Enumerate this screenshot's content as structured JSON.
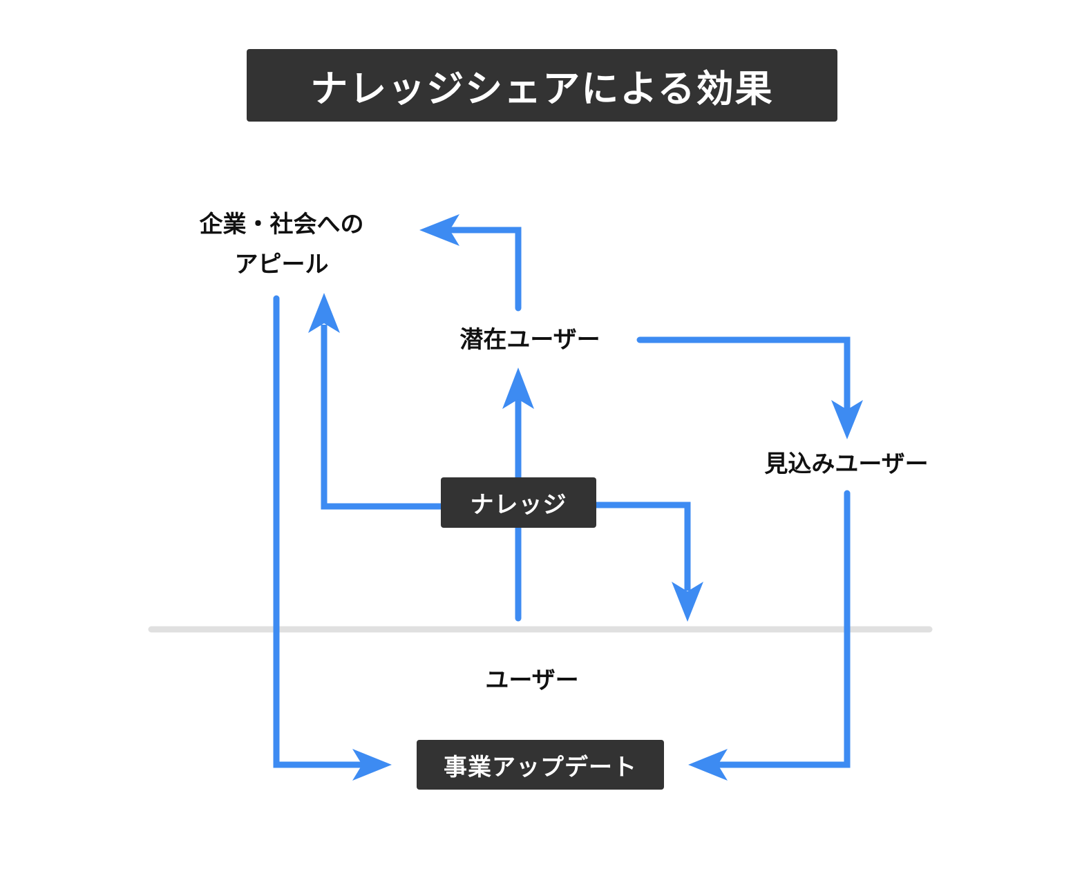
{
  "title": "ナレッジシェアによる効果",
  "colors": {
    "arrow": "#3d8bf2",
    "box_background": "#333333",
    "divider": "#e0e0e0",
    "box_text": "#ffffff",
    "label_text": "#111111"
  },
  "nodes": {
    "knowledge": "ナレッジ",
    "potential_users": "潜在ユーザー",
    "prospective_users": "見込みユーザー",
    "appeal_line1": "企業・社会への",
    "appeal_line2": "アピール",
    "users": "ユーザー",
    "business_update": "事業アップデート"
  },
  "edges": [
    {
      "from": "ナレッジ",
      "to": "潜在ユーザー"
    },
    {
      "from": "ナレッジ",
      "to": "企業・社会へのアピール"
    },
    {
      "from": "ナレッジ",
      "to": "ユーザー"
    },
    {
      "from": "ユーザー",
      "to": "ナレッジ"
    },
    {
      "from": "潜在ユーザー",
      "to": "企業・社会へのアピール"
    },
    {
      "from": "潜在ユーザー",
      "to": "見込みユーザー"
    },
    {
      "from": "見込みユーザー",
      "to": "事業アップデート"
    },
    {
      "from": "企業・社会へのアピール",
      "to": "事業アップデート"
    }
  ]
}
